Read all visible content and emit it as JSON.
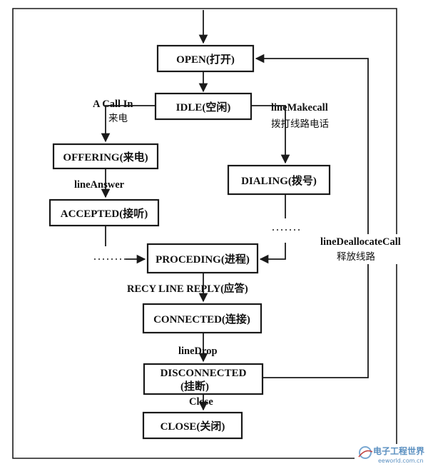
{
  "nodes": {
    "open": "OPEN(打开)",
    "idle": "IDLE(空闲)",
    "offering": "OFFERING(来电)",
    "accepted": "ACCEPTED(接听)",
    "dialing": "DIALING(拨号)",
    "proceding": "PROCEDING(进程)",
    "connected": "CONNECTED(连接)",
    "disconnected_line1": "DISCONNECTED",
    "disconnected_line2": "(挂断)",
    "close": "CLOSE(关闭)"
  },
  "edges": {
    "call_in_en": "A Call In",
    "call_in_cn": "来电",
    "make_call_en": "lineMakecall",
    "make_call_cn": "拨打线路电话",
    "answer": "lineAnswer",
    "reply": "RECY LINE REPLY(应答)",
    "drop": "lineDrop",
    "close": "Close",
    "dealloc_en": "lineDeallocateCall",
    "dealloc_cn": "释放线路"
  },
  "watermark": {
    "title": "电子工程世界",
    "site": "eeworld.com.cn"
  }
}
